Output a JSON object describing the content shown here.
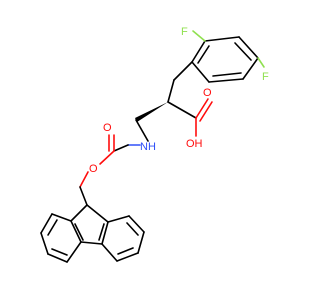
{
  "molecule": {
    "atoms": {
      "f_top": {
        "text": "F",
        "color": "#90e050"
      },
      "f_right": {
        "text": "F",
        "color": "#90e050"
      },
      "o_carbonyl_acid": {
        "text": "O",
        "color": "#ff0d0d"
      },
      "oh": {
        "text": "OH",
        "color": "#ff0d0d"
      },
      "o_carbamate_carbonyl": {
        "text": "O",
        "color": "#ff0d0d"
      },
      "nh": {
        "text": "NH",
        "color": "#3050f8"
      },
      "o_ester": {
        "text": "O",
        "color": "#ff0d0d"
      }
    },
    "bond_colors": {
      "carbon": "#000000",
      "oxygen": "#ff0d0d",
      "nitrogen": "#3050f8",
      "fluorine": "#90e050"
    }
  }
}
